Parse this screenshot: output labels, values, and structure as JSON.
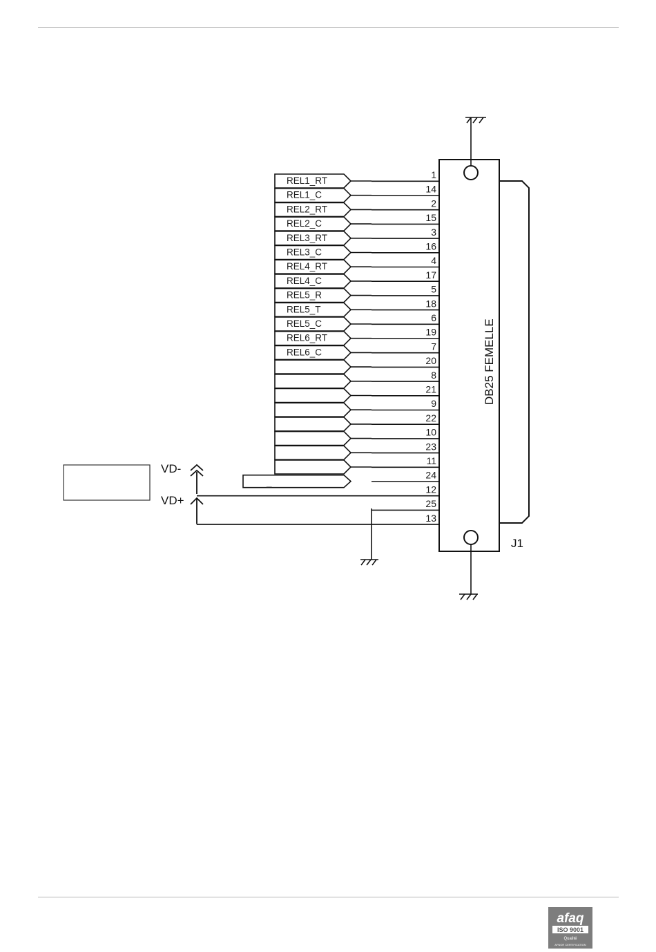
{
  "schematic": {
    "connector": {
      "name": "DB25 FEMELLE",
      "ref": "J1",
      "pins": [
        "1",
        "14",
        "2",
        "15",
        "3",
        "16",
        "4",
        "17",
        "5",
        "18",
        "6",
        "19",
        "7",
        "20",
        "8",
        "21",
        "9",
        "22",
        "10",
        "23",
        "11",
        "24",
        "12",
        "25",
        "13"
      ]
    },
    "net_labels": [
      "REL1_RT",
      "REL1_C",
      "REL2_RT",
      "REL2_C",
      "REL3_RT",
      "REL3_C",
      "REL4_RT",
      "REL4_C",
      "REL5_R",
      "REL5_T",
      "REL5_C",
      "REL6_RT",
      "REL6_C",
      "",
      "",
      "",
      "",
      "",
      "",
      "",
      ""
    ],
    "last_bus_label": "_",
    "power": {
      "vd_minus": "VD-",
      "vd_plus": "VD+"
    }
  },
  "logo": {
    "brand": "afaq",
    "standard": "ISO 9001",
    "quality": "Qualité",
    "cert": "AFNOR CERTIFICATION"
  }
}
